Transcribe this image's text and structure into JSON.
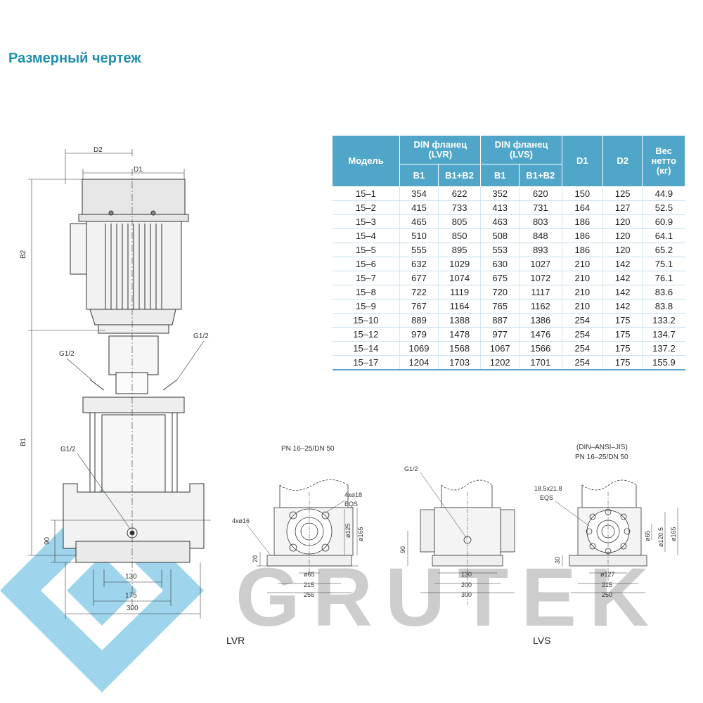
{
  "title": "Размерный чертеж",
  "table": {
    "headers": {
      "model": "Модель",
      "din_lvr": "DIN фланец\n(LVR)",
      "din_lvs": "DIN фланец\n(LVS)",
      "b1": "B1",
      "b1b2": "B1+B2",
      "d1": "D1",
      "d2": "D2",
      "weight": "Вес\nнетто\n(кг)"
    },
    "rows": [
      [
        "15–1",
        "354",
        "622",
        "352",
        "620",
        "150",
        "125",
        "44.9"
      ],
      [
        "15–2",
        "415",
        "733",
        "413",
        "731",
        "164",
        "127",
        "52.5"
      ],
      [
        "15–3",
        "465",
        "805",
        "463",
        "803",
        "186",
        "120",
        "60.9"
      ],
      [
        "15–4",
        "510",
        "850",
        "508",
        "848",
        "186",
        "120",
        "64.1"
      ],
      [
        "15–5",
        "555",
        "895",
        "553",
        "893",
        "186",
        "120",
        "65.2"
      ],
      [
        "15–6",
        "632",
        "1029",
        "630",
        "1027",
        "210",
        "142",
        "75.1"
      ],
      [
        "15–7",
        "677",
        "1074",
        "675",
        "1072",
        "210",
        "142",
        "76.1"
      ],
      [
        "15–8",
        "722",
        "1119",
        "720",
        "1117",
        "210",
        "142",
        "83.6"
      ],
      [
        "15–9",
        "767",
        "1164",
        "765",
        "1162",
        "210",
        "142",
        "83.8"
      ],
      [
        "15–10",
        "889",
        "1388",
        "887",
        "1386",
        "254",
        "175",
        "133.2"
      ],
      [
        "15–12",
        "979",
        "1478",
        "977",
        "1476",
        "254",
        "175",
        "134.7"
      ],
      [
        "15–14",
        "1069",
        "1568",
        "1067",
        "1566",
        "254",
        "175",
        "137.2"
      ],
      [
        "15–17",
        "1204",
        "1703",
        "1202",
        "1701",
        "254",
        "175",
        "155.9"
      ]
    ]
  },
  "front_view": {
    "d2": "D2",
    "d1": "D1",
    "b2": "B2",
    "b1": "B1",
    "g_left": "G1/2",
    "g_right": "G1/2",
    "g_bottom": "G1/2",
    "h90": "90",
    "w130": "130",
    "w175": "175",
    "w300": "300"
  },
  "lvr_view": {
    "caption": "PN 16–25/DN 50",
    "holes": "4xø16",
    "holes2": "4xø18",
    "eqs": "EQS",
    "d125": "ø125",
    "d165": "ø165",
    "d65": "ø65",
    "h20": "20",
    "w215": "215",
    "w256": "256",
    "label": "LVR"
  },
  "mid_view": {
    "g": "G1/2",
    "h90": "90",
    "w130": "130",
    "w200": "200",
    "w300": "300"
  },
  "lvs_view": {
    "caption1": "(DIN–ANSI–JIS)",
    "caption2": "PN 16–25/DN 50",
    "slot": "18.5x21.8",
    "eqs": "EQS",
    "d65": "ø65",
    "d120": "ø120.5",
    "d165": "ø165",
    "h30": "30",
    "d127": "ø127",
    "w215": "215",
    "w250": "250",
    "label": "LVS"
  },
  "watermark": {
    "text": "GRUTEK",
    "logo_color": "#7ec8e6",
    "text_color": "#bdbdbd"
  },
  "colors": {
    "accent": "#1e8fb0",
    "table_header": "#4fa6c8"
  }
}
